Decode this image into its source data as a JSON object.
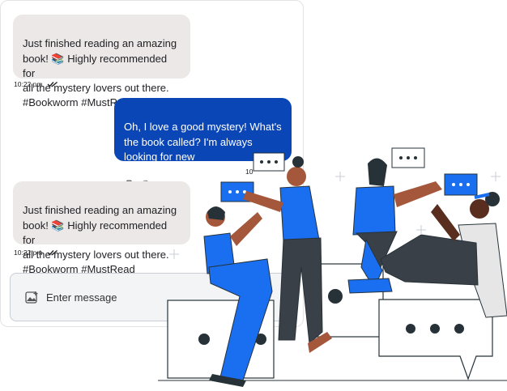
{
  "chat": {
    "messages": [
      {
        "direction": "incoming",
        "text": "Just finished reading an amazing\nbook! 📚 Highly recommended for\nall the mystery lovers out there.\n#Bookworm #MustRead",
        "time": "10:22 pm"
      },
      {
        "direction": "outgoing",
        "text": "Oh, I love a good mystery! What's\nthe book called? I'm always\nlooking for new recommendations.\n🕵️🔎 #BookRecommendations",
        "time": "10"
      },
      {
        "direction": "incoming",
        "text": "Just finished reading an amazing\nbook! 📚 Highly recommended for\nall the mystery lovers out there.\n#Bookworm #MustRead",
        "time": "10:22 pm"
      }
    ],
    "composer": {
      "placeholder": "Enter message",
      "icon": "image-add-icon"
    }
  },
  "illustration": {
    "icon": "people-chatting-illustration",
    "accent": "#1a6ef0",
    "dark": "#263238"
  }
}
